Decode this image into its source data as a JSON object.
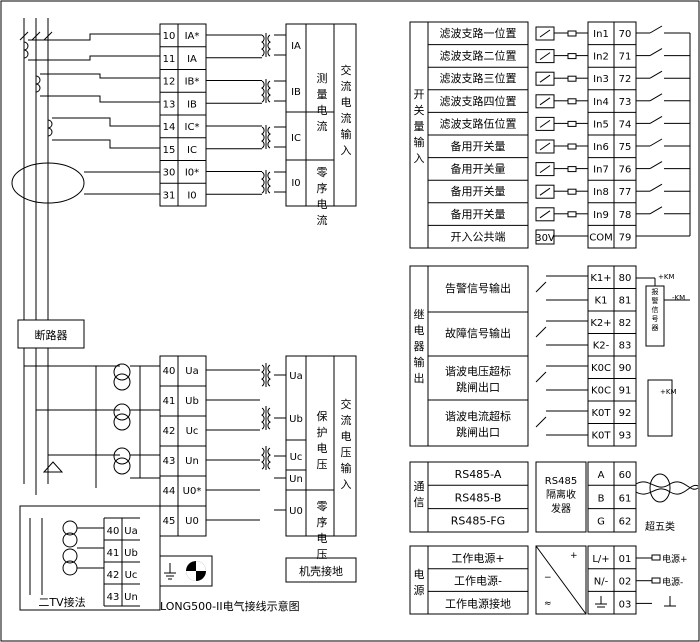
{
  "breaker_label": "断路器",
  "tv_box_label": "二TV接法",
  "title": "LONG500-II电气接线示意图",
  "case_ground_label": "机壳接地",
  "current_terminals": [
    {
      "num": "10",
      "name": "IA*"
    },
    {
      "num": "11",
      "name": "IA"
    },
    {
      "num": "12",
      "name": "IB*"
    },
    {
      "num": "13",
      "name": "IB"
    },
    {
      "num": "14",
      "name": "IC*"
    },
    {
      "num": "15",
      "name": "IC"
    },
    {
      "num": "30",
      "name": "I0*"
    },
    {
      "num": "31",
      "name": "I0"
    }
  ],
  "current_phases": [
    "IA",
    "IB",
    "IC",
    "I0"
  ],
  "measure_current": "测量电流",
  "zero_seq_current": "零序电流",
  "ac_current_input": "交流电流输入",
  "voltage_terminals": [
    {
      "num": "40",
      "name": "Ua"
    },
    {
      "num": "41",
      "name": "Ub"
    },
    {
      "num": "42",
      "name": "Uc"
    },
    {
      "num": "43",
      "name": "Un"
    },
    {
      "num": "44",
      "name": "U0*"
    },
    {
      "num": "45",
      "name": "U0"
    }
  ],
  "voltage_phases": [
    "Ua",
    "Ub",
    "Uc",
    "Un",
    "U0"
  ],
  "protect_voltage": "保护电压",
  "zero_seq_voltage": "零序电压",
  "ac_voltage_input": "交流电压输入",
  "tv_terminals": [
    {
      "num": "40",
      "name": "Ua"
    },
    {
      "num": "41",
      "name": "Ub"
    },
    {
      "num": "42",
      "name": "Uc"
    },
    {
      "num": "43",
      "name": "Un"
    }
  ],
  "switch_group_label": "开关量输入",
  "switch_inputs": [
    {
      "label": "滤波支路一位置",
      "code": "In1",
      "num": "70"
    },
    {
      "label": "滤波支路二位置",
      "code": "In2",
      "num": "71"
    },
    {
      "label": "滤波支路三位置",
      "code": "In3",
      "num": "72"
    },
    {
      "label": "滤波支路四位置",
      "code": "In4",
      "num": "73"
    },
    {
      "label": "滤波支路伍位置",
      "code": "In5",
      "num": "74"
    },
    {
      "label": "备用开关量",
      "code": "In6",
      "num": "75"
    },
    {
      "label": "备用开关量",
      "code": "In7",
      "num": "76"
    },
    {
      "label": "备用开关量",
      "code": "In8",
      "num": "77"
    },
    {
      "label": "备用开关量",
      "code": "In9",
      "num": "78"
    },
    {
      "label": "开入公共端",
      "code": "COM",
      "num": "79"
    }
  ],
  "source_30v": "30V",
  "relay_group_label": "继电器输出",
  "relay_outputs": [
    {
      "label": "告警信号输出",
      "terms": [
        {
          "code": "K1+",
          "num": "80"
        },
        {
          "code": "K1",
          "num": "81"
        }
      ]
    },
    {
      "label": "故障信号输出",
      "terms": [
        {
          "code": "K2+",
          "num": "82"
        },
        {
          "code": "K2-",
          "num": "83"
        }
      ]
    },
    {
      "label": "谐波电压超标跳闸出口",
      "terms": [
        {
          "code": "K0C",
          "num": "90"
        },
        {
          "code": "K0C",
          "num": "91"
        }
      ]
    },
    {
      "label": "谐波电流超标跳闸出口",
      "terms": [
        {
          "code": "K0T",
          "num": "92"
        },
        {
          "code": "K0T",
          "num": "93"
        }
      ]
    }
  ],
  "alarm_box_label": "报警信号器",
  "plus_km": "+KM",
  "minus_km": "-KM",
  "comm_group_label": "通信",
  "comm_items": [
    "RS485-A",
    "RS485-B",
    "RS485-FG"
  ],
  "rs485_isolator": "RS485隔离收发器",
  "comm_terms": [
    {
      "code": "A",
      "num": "60"
    },
    {
      "code": "B",
      "num": "61"
    },
    {
      "code": "G",
      "num": "62"
    }
  ],
  "cable_class": "超五类",
  "power_group_label": "电源",
  "power_items": [
    "工作电源+",
    "工作电源-",
    "工作电源接地"
  ],
  "power_terms": [
    {
      "code": "L/+",
      "num": "01"
    },
    {
      "code": "N/-",
      "num": "02"
    },
    {
      "code": "",
      "num": "03"
    }
  ],
  "power_out_plus": "电源+",
  "power_out_minus": "电源-"
}
